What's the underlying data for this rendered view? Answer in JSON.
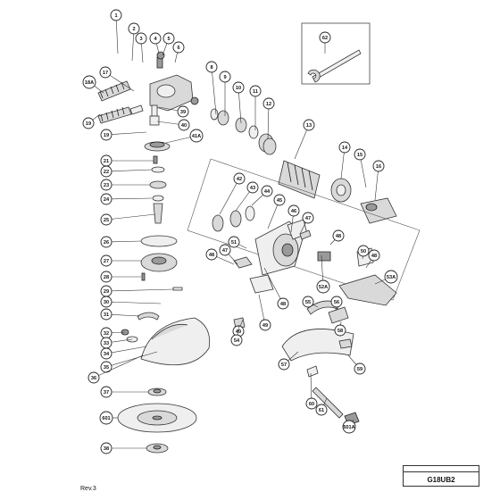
{
  "diagram": {
    "callouts": [
      "1",
      "2",
      "3",
      "4",
      "5",
      "6",
      "8",
      "9",
      "10",
      "11",
      "12",
      "13",
      "14",
      "15",
      "16",
      "17",
      "18A",
      "19",
      "19",
      "39",
      "40",
      "41A",
      "21",
      "22",
      "23",
      "24",
      "25",
      "26",
      "27",
      "28",
      "29",
      "30",
      "31",
      "32",
      "33",
      "34",
      "35",
      "36",
      "37",
      "601",
      "38",
      "42",
      "43",
      "44",
      "45",
      "46",
      "47",
      "48",
      "51",
      "47",
      "48",
      "48",
      "52A",
      "49",
      "50",
      "48",
      "53A",
      "49",
      "54",
      "55",
      "56",
      "58",
      "57",
      "59",
      "60",
      "61",
      "501A",
      "62"
    ],
    "model": "G18UB2",
    "model_header_left": " ",
    "model_header_right": " ",
    "revision": "Rev.3"
  }
}
